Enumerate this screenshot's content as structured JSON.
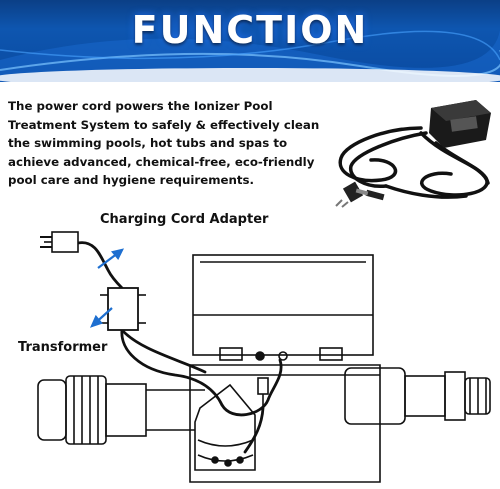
{
  "banner": {
    "title": "FUNCTION",
    "bg_color": "#0d4fa6"
  },
  "description": "The power cord powers the Ionizer Pool Treatment System to safely & effectively clean the swimming pools, hot tubs and spas to achieve advanced, chemical-free, eco-friendly pool care and hygiene requirements.",
  "diagram": {
    "labels": {
      "charging_cord_adapter": "Charging Cord Adapter",
      "transformer": "Transformer"
    },
    "arrow_color": "#1e6fd0"
  }
}
